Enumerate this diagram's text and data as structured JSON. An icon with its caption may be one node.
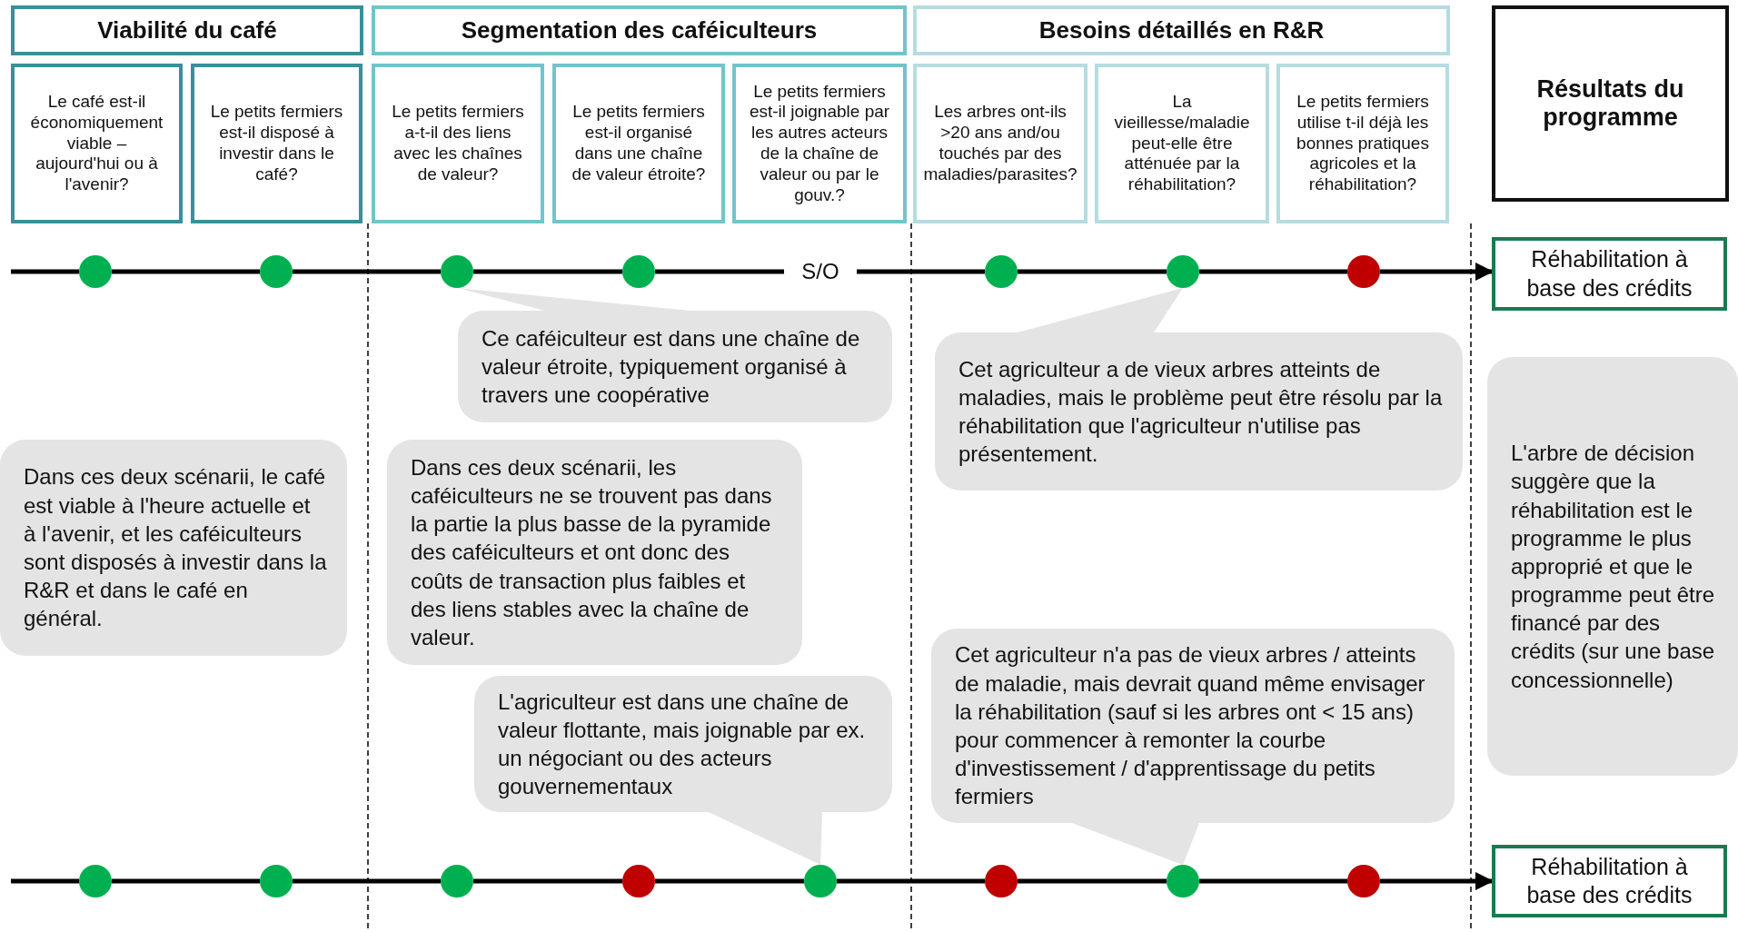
{
  "diagram": {
    "nodes": [
      {
        "text": [
          "Viabilité du café"
        ]
      },
      {
        "text": [
          "Segmentation des caféiculteurs"
        ]
      },
      {
        "text": [
          "Besoins détaillés en R&R"
        ]
      },
      {
        "text": [
          "Résultats du programme"
        ]
      },
      {
        "text": [
          "Le café est-il économiquement viable – aujourd'hui ou à l'avenir?"
        ]
      },
      {
        "text": [
          "Le petits fermiers est-il disposé à investir dans le café?"
        ]
      },
      {
        "text": [
          "Le petits fermiers a-t-il des liens avec les chaînes de valeur?"
        ]
      },
      {
        "text": [
          "Le petits fermiers est-il organisé dans une chaîne de valeur étroite?"
        ]
      },
      {
        "text": [
          "Le petits fermiers est-il joignable par les autres acteurs de la chaîne de valeur ou par le gouv.?"
        ]
      },
      {
        "text": [
          "Les arbres ont-ils >20 ans and/ou touchés par des maladies/parasites?"
        ]
      },
      {
        "text": [
          "La vieillesse/maladie peut-elle être atténuée par la réhabilitation?"
        ]
      },
      {
        "text": [
          "Le petits fermiers utilise t-il déjà les bonnes pratiques agricoles et la réhabilitation?"
        ]
      },
      {
        "text": [],
        "shape": "circle"
      },
      {
        "text": [],
        "shape": "circle"
      },
      {
        "text": [],
        "shape": "circle"
      },
      {
        "text": [],
        "shape": "circle"
      },
      {
        "text": [
          "S/O"
        ]
      },
      {
        "text": [],
        "shape": "circle"
      },
      {
        "text": [],
        "shape": "circle"
      },
      {
        "text": [],
        "shape": "circle"
      },
      {
        "text": [
          "Réhabilitation à base des crédits"
        ]
      },
      {
        "text": [
          "Ce caféiculteur est dans une chaîne de valeur étroite, typiquement organisé à travers une coopérative"
        ]
      },
      {
        "text": [
          "Cet agriculteur a de vieux arbres atteints de maladies, mais le problème peut être résolu par la réhabilitation que l'agriculteur n'utilise pas présentement."
        ]
      },
      {
        "text": [
          "Dans ces deux scénarii, le café est viable à l'heure actuelle et à l'avenir, et les caféiculteurs sont disposés à investir dans la R&R et dans le café en général."
        ]
      },
      {
        "text": [
          "Dans ces deux scénarii, les caféiculteurs ne se trouvent pas dans la partie la plus basse de la pyramide des caféiculteurs et ont donc des coûts de transaction plus faibles et des liens stables avec la chaîne de valeur."
        ]
      },
      {
        "text": [
          "L'arbre de décision suggère que la réhabilitation est le programme le plus approprié et que le programme peut être financé par des crédits (sur une base concessionnelle)"
        ]
      },
      {
        "text": [
          "L'agriculteur est dans une chaîne de valeur flottante, mais joignable par ex. un négociant ou des acteurs gouvernementaux"
        ]
      },
      {
        "text": [
          "Cet agriculteur n'a pas de vieux arbres / atteints de maladie, mais devrait quand même envisager la réhabilitation (sauf si les arbres ont < 15 ans) pour commencer à remonter la courbe d'investissement / d'apprentissage du petits fermiers"
        ]
      },
      {
        "text": [],
        "shape": "circle"
      },
      {
        "text": [],
        "shape": "circle"
      },
      {
        "text": [],
        "shape": "circle"
      },
      {
        "text": [],
        "shape": "circle"
      },
      {
        "text": [],
        "shape": "circle"
      },
      {
        "text": [],
        "shape": "circle"
      },
      {
        "text": [],
        "shape": "circle"
      },
      {
        "text": [],
        "shape": "circle"
      },
      {
        "text": [
          "Réhabilitation à base des crédits"
        ]
      }
    ],
    "edges": [
      {
        "from": null,
        "to": 12,
        "arrow": "none"
      },
      {
        "from": 12,
        "to": 13,
        "arrow": "none"
      },
      {
        "from": 13,
        "to": 14,
        "arrow": "none"
      },
      {
        "from": 14,
        "to": 15,
        "arrow": "none"
      },
      {
        "from": 15,
        "to": 16,
        "arrow": "none"
      },
      {
        "from": 16,
        "to": 17,
        "arrow": "none"
      },
      {
        "from": 17,
        "to": 18,
        "arrow": "none"
      },
      {
        "from": 18,
        "to": 19,
        "arrow": "none"
      },
      {
        "from": 19,
        "to": 20,
        "arrow": "to"
      },
      {
        "from": null,
        "to": 28,
        "arrow": "none"
      },
      {
        "from": 28,
        "to": 29,
        "arrow": "none"
      },
      {
        "from": 29,
        "to": 30,
        "arrow": "none"
      },
      {
        "from": 30,
        "to": 31,
        "arrow": "none"
      },
      {
        "from": 31,
        "to": 32,
        "arrow": "none"
      },
      {
        "from": 32,
        "to": 33,
        "arrow": "none"
      },
      {
        "from": 33,
        "to": 34,
        "arrow": "none"
      },
      {
        "from": 34,
        "to": 35,
        "arrow": "none"
      },
      {
        "from": 35,
        "to": 36,
        "arrow": "to"
      },
      {
        "from": 21,
        "to": 14,
        "arrow": "none",
        "color": "#e4e4e4"
      },
      {
        "from": 22,
        "to": 18,
        "arrow": "none",
        "color": "#e4e4e4"
      },
      {
        "from": 26,
        "to": 32,
        "arrow": "none",
        "color": "#e4e4e4"
      },
      {
        "from": 27,
        "to": 34,
        "arrow": "none",
        "color": "#e4e4e4"
      }
    ]
  }
}
